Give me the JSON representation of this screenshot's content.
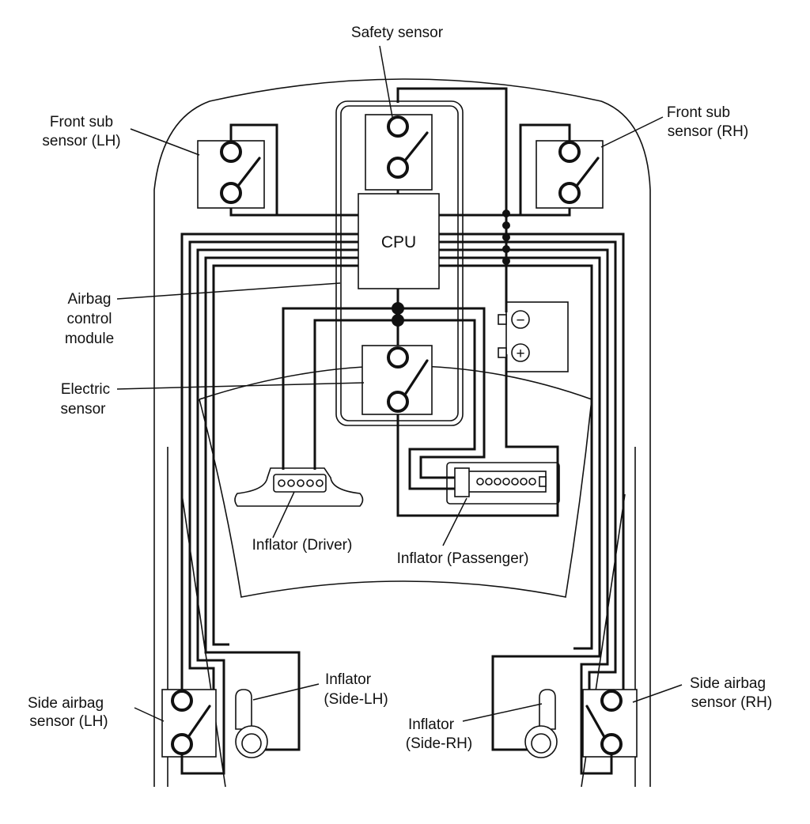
{
  "labels": {
    "safety_sensor": "Safety sensor",
    "front_sub_lh_1": "Front sub",
    "front_sub_lh_2": "sensor (LH)",
    "front_sub_rh_1": "Front sub",
    "front_sub_rh_2": "sensor (RH)",
    "cpu": "CPU",
    "airbag_control_1": "Airbag",
    "airbag_control_2": "control",
    "airbag_control_3": "module",
    "electric_sensor_1": "Electric",
    "electric_sensor_2": "sensor",
    "inflator_driver": "Inflator (Driver)",
    "inflator_passenger": "Inflator (Passenger)",
    "inflator_side_lh_1": "Inflator",
    "inflator_side_lh_2": "(Side-LH)",
    "inflator_side_rh_1": "Inflator",
    "inflator_side_rh_2": "(Side-RH)",
    "side_airbag_lh_1": "Side airbag",
    "side_airbag_lh_2": "sensor (LH)",
    "side_airbag_rh_1": "Side airbag",
    "side_airbag_rh_2": "sensor (RH)"
  },
  "battery": {
    "negative_symbol": "−",
    "positive_symbol": "+"
  }
}
